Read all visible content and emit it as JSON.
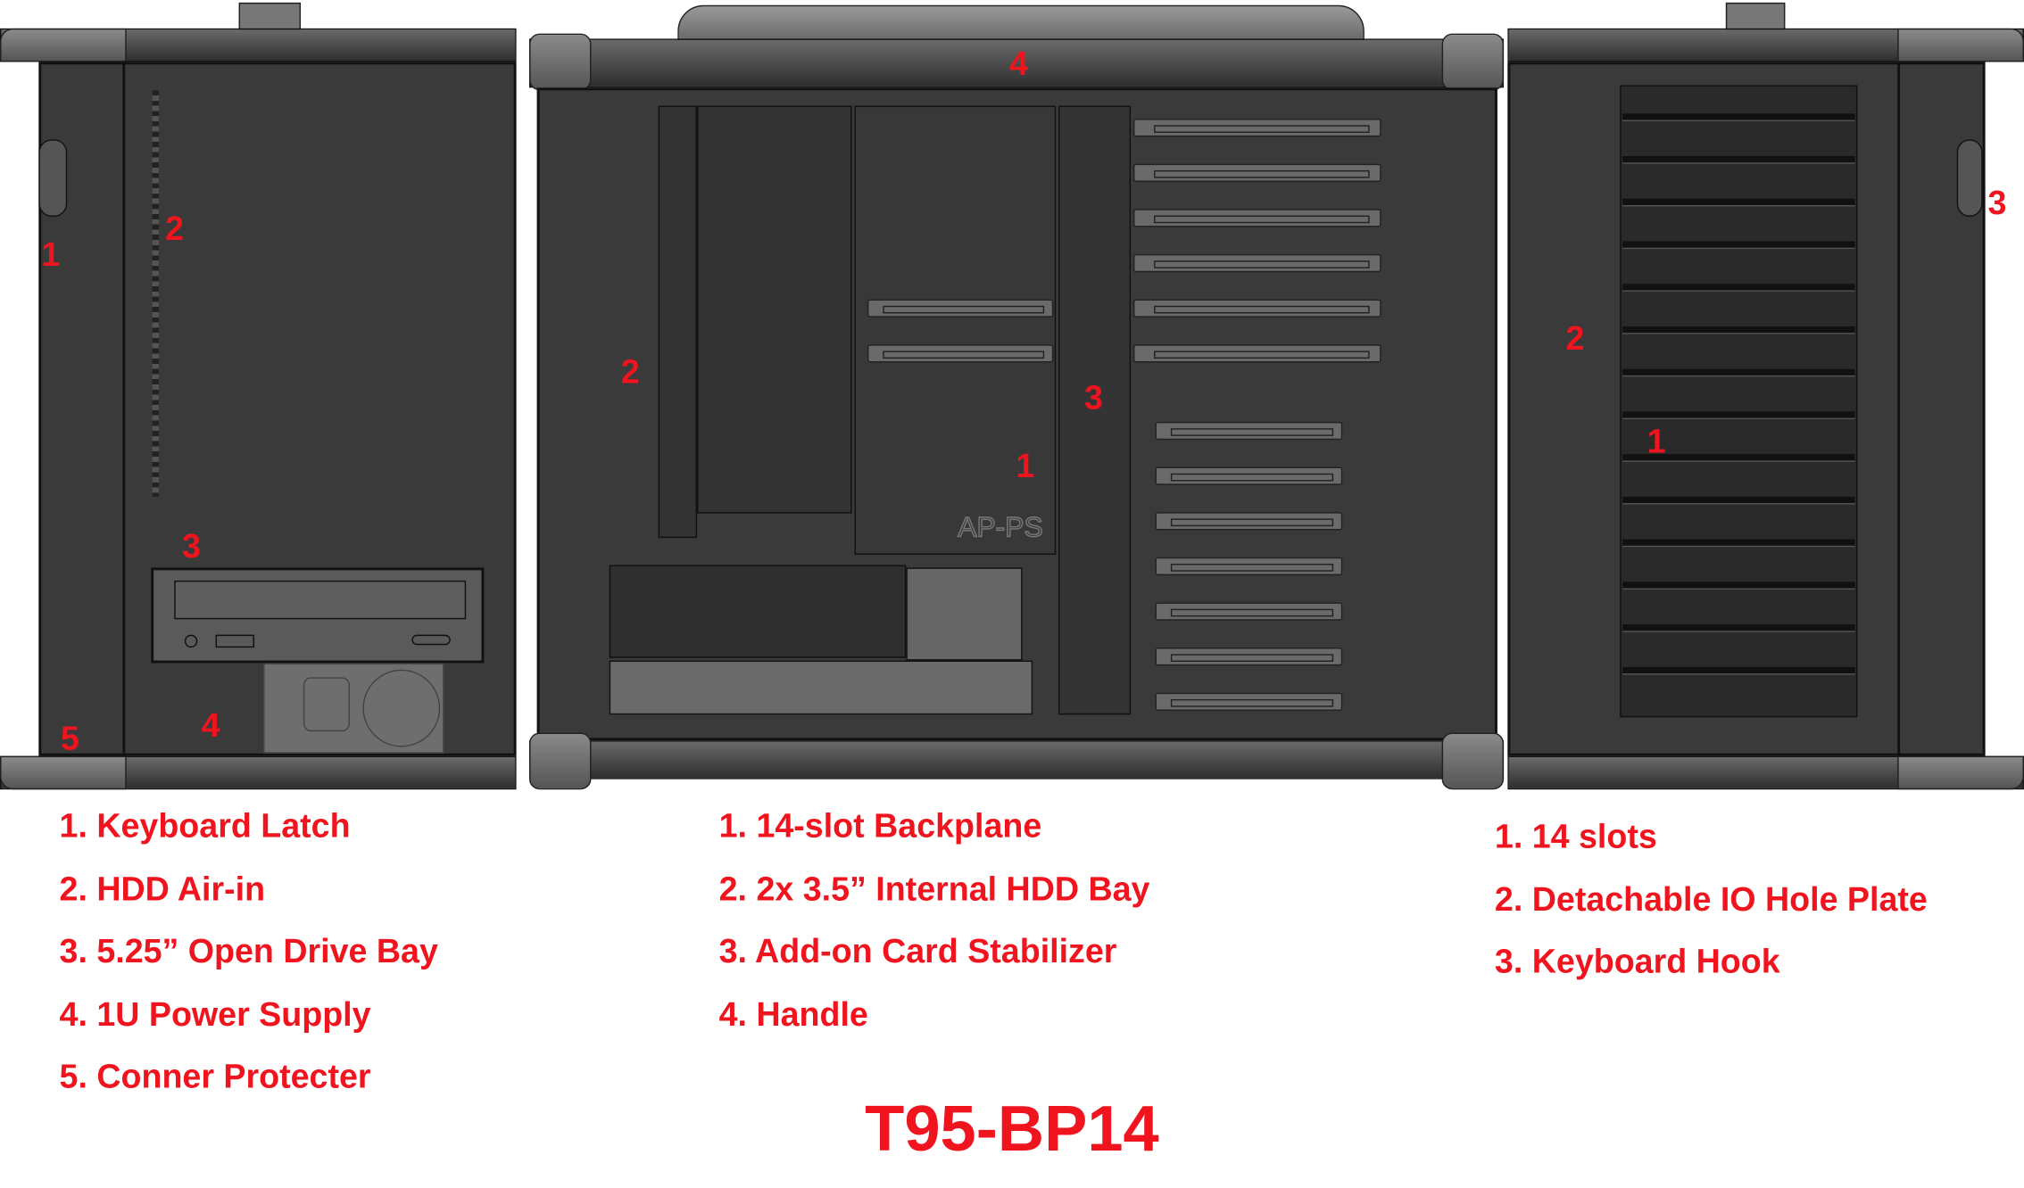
{
  "logo_text": "AP-PS",
  "callouts": {
    "left": [
      "1",
      "2",
      "3",
      "4",
      "5"
    ],
    "center": [
      "1",
      "2",
      "3",
      "4"
    ],
    "right": [
      "1",
      "2",
      "3"
    ]
  },
  "legend": {
    "left": [
      "1. Keyboard Latch",
      "2. HDD Air-in",
      "3. 5.25” Open Drive Bay",
      "4. 1U Power Supply",
      "5. Conner Protecter"
    ],
    "center": [
      "1. 14-slot Backplane",
      "2. 2x 3.5” Internal HDD Bay",
      "3. Add-on Card Stabilizer",
      "4. Handle"
    ],
    "right": [
      "1. 14 slots",
      "2. Detachable IO Hole Plate",
      "3. Keyboard Hook"
    ]
  },
  "model": "T95-BP14",
  "colors": {
    "label": "#f0141e",
    "chassis": "#3a3a3a"
  }
}
